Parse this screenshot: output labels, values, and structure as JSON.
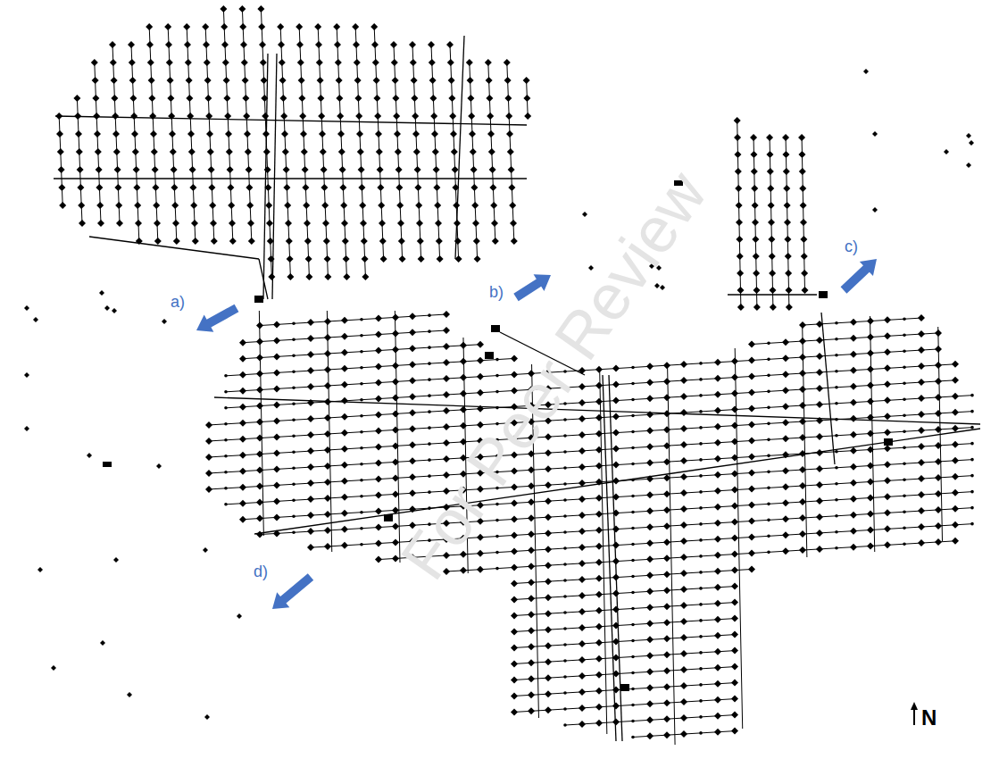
{
  "diagram": {
    "labels": [
      "a)",
      "b)",
      "c)",
      "d)",
      "N",
      "For Peer Review"
    ]
  }
}
